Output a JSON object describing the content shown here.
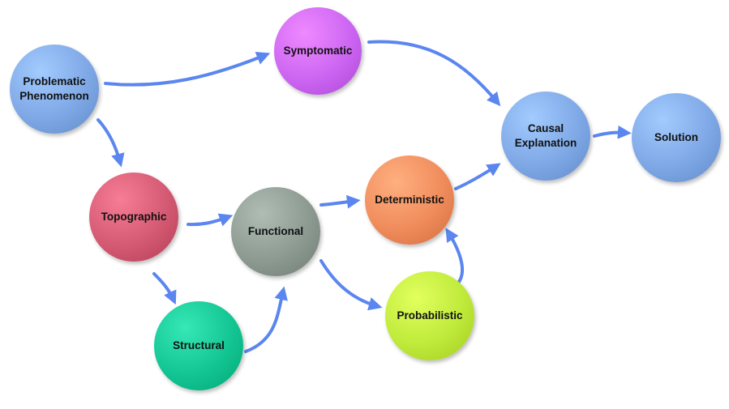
{
  "diagram": {
    "nodes": [
      {
        "id": "problematic",
        "label": "Problematic\nPhenomenon",
        "color": "#7FA8E6"
      },
      {
        "id": "symptomatic",
        "label": "Symptomatic",
        "color": "#CC66F2"
      },
      {
        "id": "topographic",
        "label": "Topographic",
        "color": "#D45A73"
      },
      {
        "id": "functional",
        "label": "Functional",
        "color": "#8C9A92"
      },
      {
        "id": "structural",
        "label": "Structural",
        "color": "#13C593"
      },
      {
        "id": "deterministic",
        "label": "Deterministic",
        "color": "#F08C5C"
      },
      {
        "id": "probabilistic",
        "label": "Probabilistic",
        "color": "#BFEA3B"
      },
      {
        "id": "causal",
        "label": "Causal\nExplanation",
        "color": "#7FA8E6"
      },
      {
        "id": "solution",
        "label": "Solution",
        "color": "#7FA8E6"
      }
    ],
    "edges": [
      {
        "from": "problematic",
        "to": "symptomatic"
      },
      {
        "from": "problematic",
        "to": "topographic"
      },
      {
        "from": "symptomatic",
        "to": "causal"
      },
      {
        "from": "topographic",
        "to": "functional"
      },
      {
        "from": "topographic",
        "to": "structural"
      },
      {
        "from": "structural",
        "to": "functional"
      },
      {
        "from": "functional",
        "to": "deterministic"
      },
      {
        "from": "functional",
        "to": "probabilistic"
      },
      {
        "from": "probabilistic",
        "to": "deterministic"
      },
      {
        "from": "deterministic",
        "to": "causal"
      },
      {
        "from": "causal",
        "to": "solution"
      }
    ],
    "arrow_color": "#5B86F0"
  }
}
